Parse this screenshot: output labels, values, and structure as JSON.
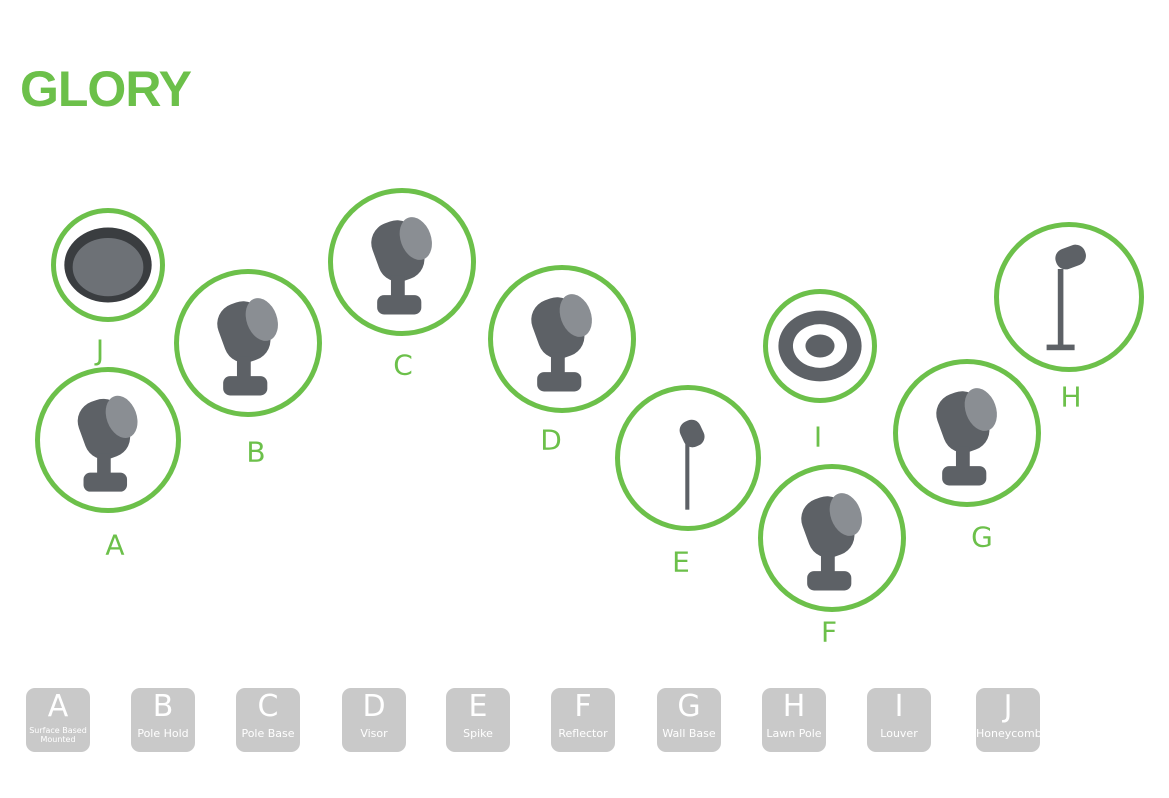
{
  "title": "GLORY",
  "accent_color": "#6cc04a",
  "products": [
    {
      "letter": "J",
      "name": "Honeycomb"
    },
    {
      "letter": "A",
      "name": "Surface Based Mounted"
    },
    {
      "letter": "B",
      "name": "Pole Hold"
    },
    {
      "letter": "C",
      "name": "Pole Base"
    },
    {
      "letter": "D",
      "name": "Visor"
    },
    {
      "letter": "E",
      "name": "Spike"
    },
    {
      "letter": "I",
      "name": "Louver"
    },
    {
      "letter": "F",
      "name": "Reflector"
    },
    {
      "letter": "G",
      "name": "Wall Base"
    },
    {
      "letter": "H",
      "name": "Lawn Pole"
    }
  ],
  "legend": [
    {
      "letter": "A",
      "label": "Surface Based Mounted"
    },
    {
      "letter": "B",
      "label": "Pole Hold"
    },
    {
      "letter": "C",
      "label": "Pole Base"
    },
    {
      "letter": "D",
      "label": "Visor"
    },
    {
      "letter": "E",
      "label": "Spike"
    },
    {
      "letter": "F",
      "label": "Reflector"
    },
    {
      "letter": "G",
      "label": "Wall Base"
    },
    {
      "letter": "H",
      "label": "Lawn Pole"
    },
    {
      "letter": "I",
      "label": "Louver"
    },
    {
      "letter": "J",
      "label": "Honeycomb"
    }
  ]
}
